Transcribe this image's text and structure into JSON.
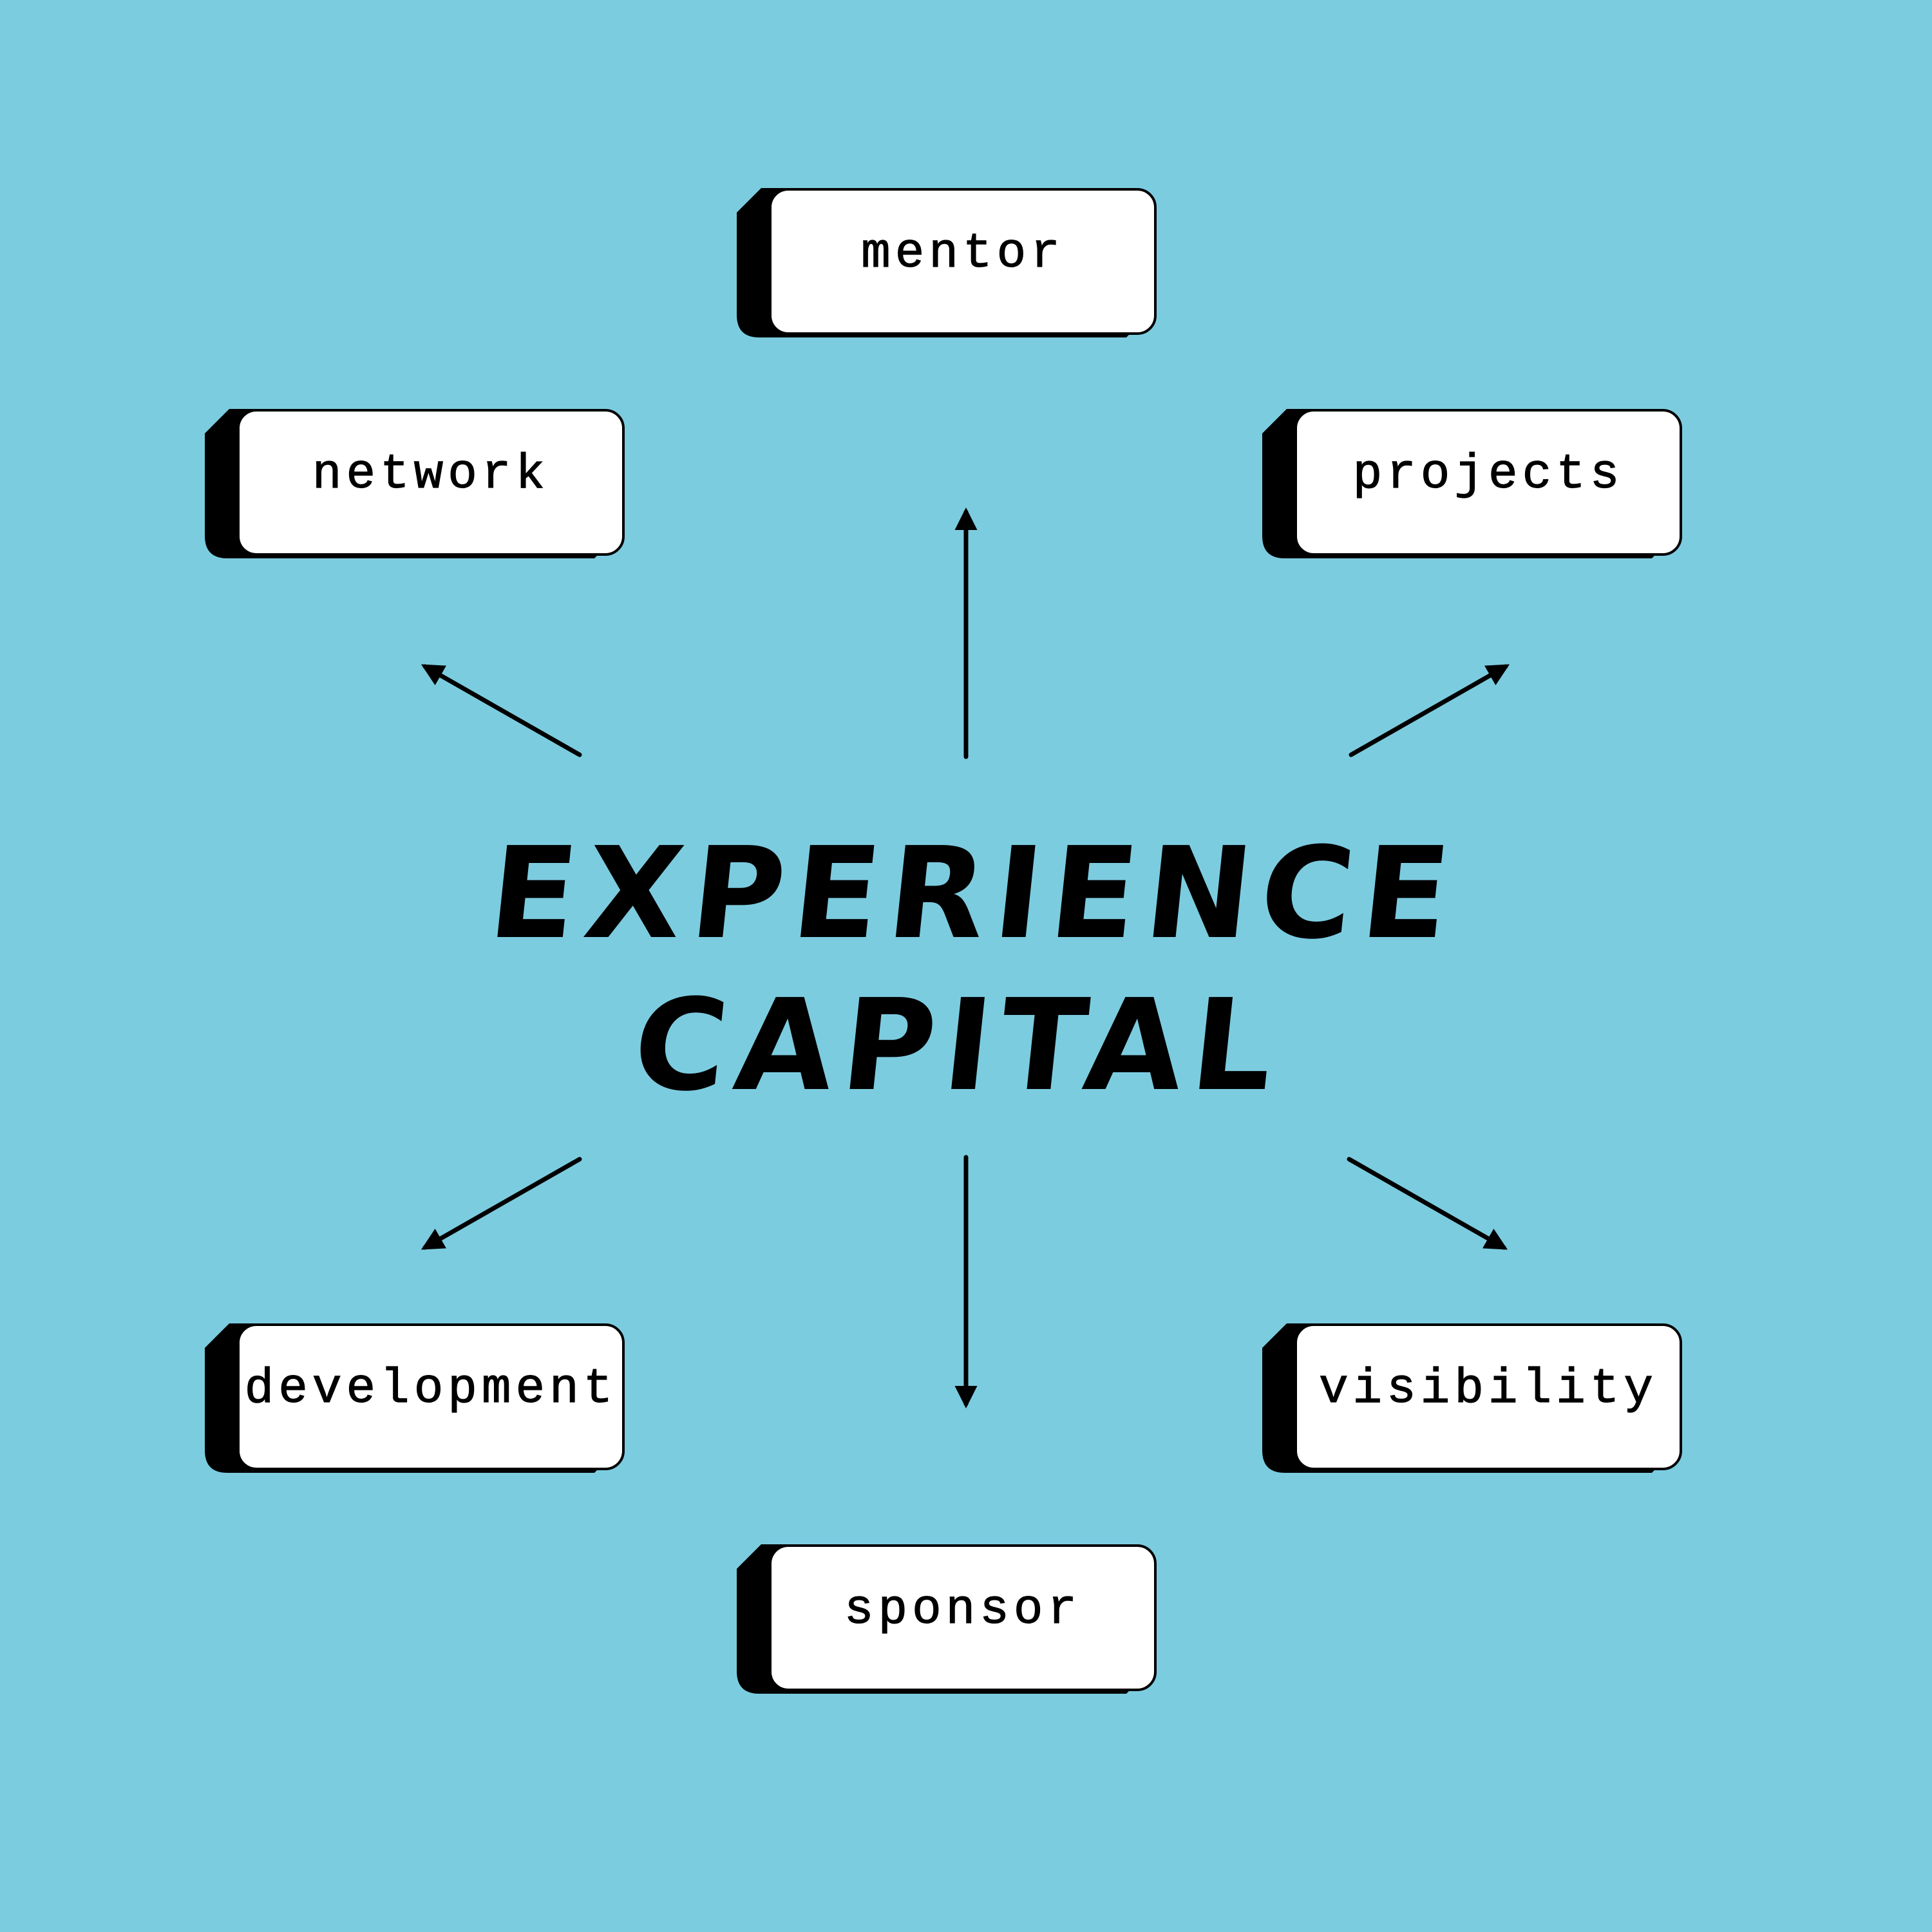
{
  "title": {
    "line1": "EXPERIENCE",
    "line2": "CAPITAL"
  },
  "nodes": {
    "mentor": "mentor",
    "network": "network",
    "projects": "projects",
    "development": "development",
    "visibility": "visibility",
    "sponsor": "sponsor"
  },
  "colors": {
    "background": "#7ccce0",
    "box_fill": "#ffffff",
    "box_shadow": "#000000",
    "text": "#000000"
  }
}
